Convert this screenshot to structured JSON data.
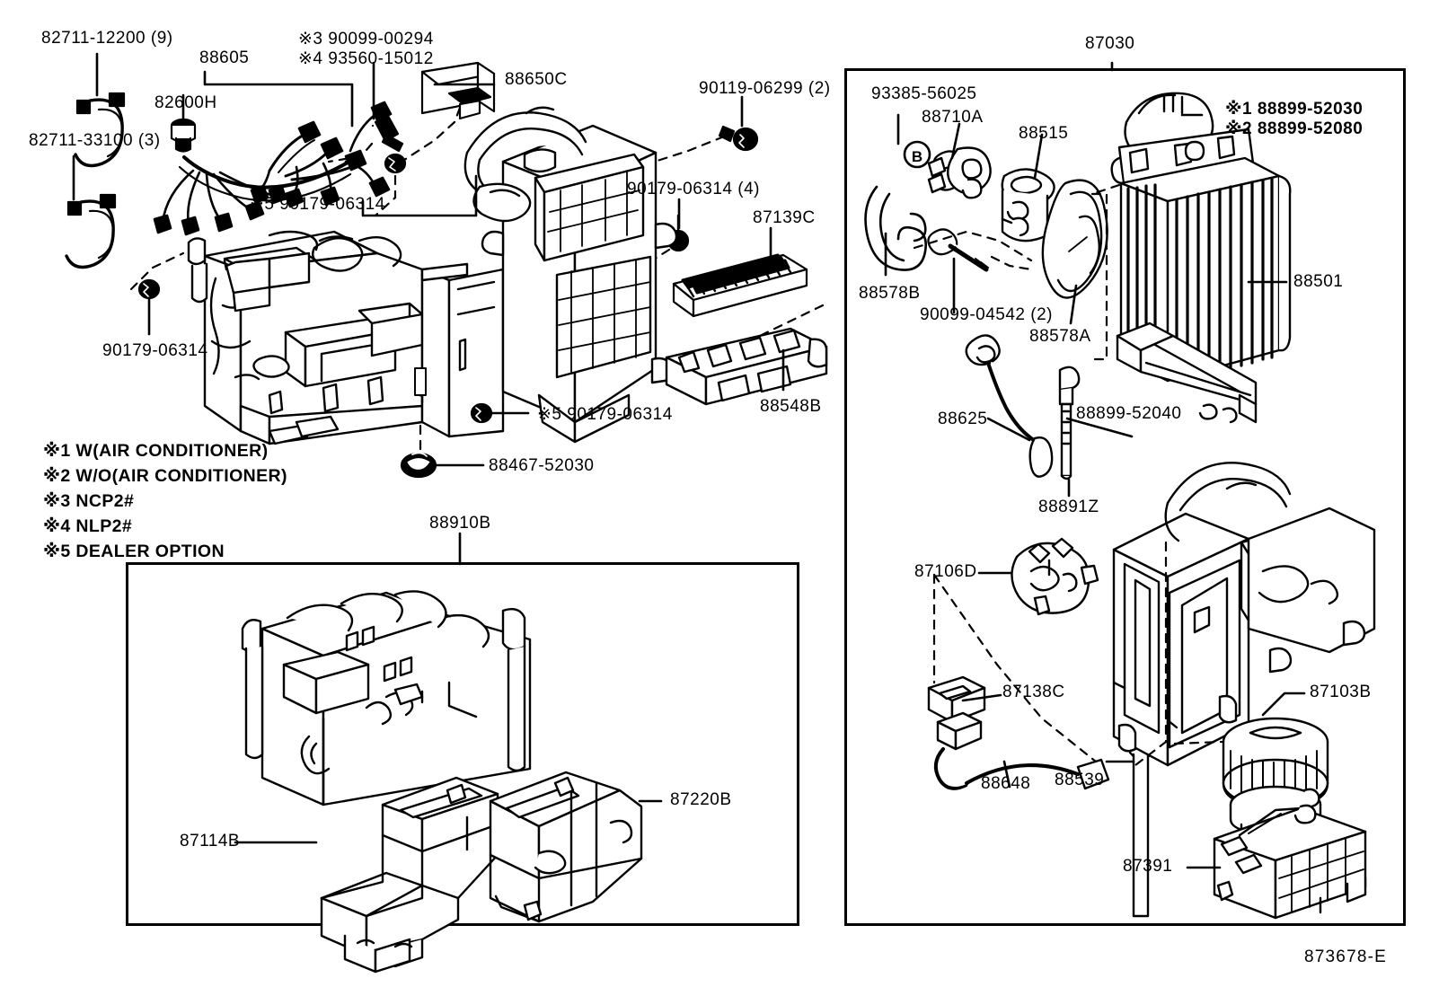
{
  "diagram": {
    "reference_number": "873678-E",
    "title_group_right": "87030",
    "title_group_bottom": "88910B"
  },
  "notes": [
    "※1 W(AIR CONDITIONER)",
    "※2 W/O(AIR CONDITIONER)",
    "※3 NCP2#",
    "※4 NLP2#",
    "※5 DEALER OPTION"
  ],
  "labels_left": [
    {
      "id": "l-82711-12200",
      "text": "82711-12200 (9)"
    },
    {
      "id": "l-82711-33100",
      "text": "82711-33100 (3)"
    },
    {
      "id": "l-88605",
      "text": "88605"
    },
    {
      "id": "l-82600H",
      "text": "82600H"
    },
    {
      "id": "l-90099-00294",
      "text": "※3 90099-00294"
    },
    {
      "id": "l-93560-15012",
      "text": "※4 93560-15012"
    },
    {
      "id": "l-88650C",
      "text": "88650C"
    },
    {
      "id": "l-90119-06299",
      "text": "90119-06299 (2)"
    },
    {
      "id": "l-90179-06314-a",
      "text": "※5 90179-06314"
    },
    {
      "id": "l-90179-06314-b",
      "text": "90179-06314 (4)"
    },
    {
      "id": "l-87139C",
      "text": "87139C"
    },
    {
      "id": "l-90179-06314-c",
      "text": "90179-06314"
    },
    {
      "id": "l-90179-06314-d",
      "text": "※5 90179-06314"
    },
    {
      "id": "l-88467-52030",
      "text": "88467-52030"
    },
    {
      "id": "l-88548B",
      "text": "88548B"
    }
  ],
  "labels_bottom_panel": [
    {
      "id": "l-88910B",
      "text": "88910B"
    },
    {
      "id": "l-87220B",
      "text": "87220B"
    },
    {
      "id": "l-87114B",
      "text": "87114B"
    }
  ],
  "labels_right": [
    {
      "id": "r-87030",
      "text": "87030"
    },
    {
      "id": "r-93385-56025",
      "text": "93385-56025"
    },
    {
      "id": "r-88710A",
      "text": "88710A"
    },
    {
      "id": "r-88515",
      "text": "88515"
    },
    {
      "id": "r-88899-52030",
      "text": "※1 88899-52030"
    },
    {
      "id": "r-88899-52080",
      "text": "※2 88899-52080"
    },
    {
      "id": "r-88501",
      "text": "88501"
    },
    {
      "id": "r-88578B",
      "text": "88578B"
    },
    {
      "id": "r-90099-04542",
      "text": "90099-04542 (2)"
    },
    {
      "id": "r-88578A",
      "text": "88578A"
    },
    {
      "id": "r-88625",
      "text": "88625"
    },
    {
      "id": "r-88899-52040",
      "text": "88899-52040"
    },
    {
      "id": "r-88891Z",
      "text": "88891Z"
    },
    {
      "id": "r-87106D",
      "text": "87106D"
    },
    {
      "id": "r-87138C",
      "text": "87138C"
    },
    {
      "id": "r-88648",
      "text": "88648"
    },
    {
      "id": "r-88539",
      "text": "88539"
    },
    {
      "id": "r-87103B",
      "text": "87103B"
    },
    {
      "id": "r-87391",
      "text": "87391"
    }
  ],
  "colors": {
    "line": "#000000",
    "background": "#ffffff"
  }
}
